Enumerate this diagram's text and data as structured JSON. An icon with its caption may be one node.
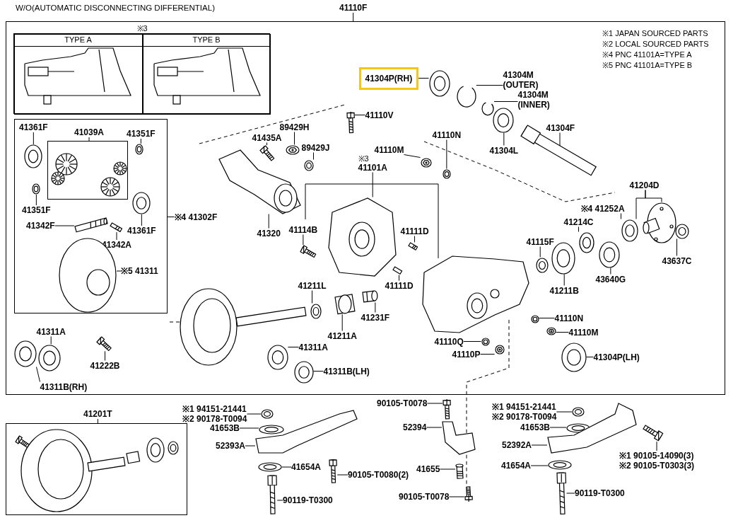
{
  "diagram": {
    "title": "W/O(AUTOMATIC DISCONNECTING DIFFERENTIAL)",
    "nodes": [
      {
        "text": [
          "41110F"
        ]
      },
      {
        "text": [],
        "shape": "box"
      },
      {
        "text": [
          "※3"
        ],
        "in": 1
      },
      {
        "text": [
          "TYPE A"
        ],
        "in": 2
      },
      {
        "text": [
          "TYPE B"
        ],
        "in": 2
      },
      {
        "text": [
          "41304P(RH)"
        ],
        "in": 1
      },
      {
        "text": [
          "41304M",
          "(OUTER)"
        ],
        "in": 1
      },
      {
        "text": [
          "41304M",
          "(INNER)"
        ],
        "in": 1
      },
      {
        "text": [
          "41110V"
        ],
        "in": 1
      },
      {
        "text": [
          "89429H"
        ],
        "in": 1
      },
      {
        "text": [
          "41435A"
        ],
        "in": 1
      },
      {
        "text": [
          "89429J"
        ],
        "in": 1
      },
      {
        "text": [
          "41110M"
        ],
        "in": 1
      },
      {
        "text": [
          "41110N"
        ],
        "in": 1
      },
      {
        "text": [
          "41304L"
        ],
        "in": 1
      },
      {
        "text": [
          "41304F"
        ],
        "in": 1
      },
      {
        "text": [],
        "shape": "box",
        "in": 1
      },
      {
        "text": [
          "41361F"
        ],
        "in": 16
      },
      {
        "text": [
          "41039A"
        ],
        "in": 16
      },
      {
        "text": [],
        "shape": "box",
        "in": 16
      },
      {
        "text": [
          "41351F"
        ],
        "in": 16
      },
      {
        "text": [
          "41351F"
        ],
        "in": 16
      },
      {
        "text": [
          "41342F"
        ],
        "in": 16
      },
      {
        "text": [
          "41342A"
        ],
        "in": 16
      },
      {
        "text": [
          "41361F"
        ],
        "in": 16
      },
      {
        "text": [
          "※5 41311"
        ],
        "in": 16
      },
      {
        "text": [
          "※4 41302F"
        ],
        "in": 1
      },
      {
        "text": [
          "※3",
          "41101A"
        ],
        "in": 1
      },
      {
        "text": [
          "41320"
        ],
        "in": 1
      },
      {
        "text": [
          "41114B"
        ],
        "in": 1
      },
      {
        "text": [
          "41111D"
        ],
        "in": 1
      },
      {
        "text": [
          "41204D"
        ],
        "in": 1
      },
      {
        "text": [
          "※4 41252A"
        ],
        "in": 1
      },
      {
        "text": [
          "41214C"
        ],
        "in": 1
      },
      {
        "text": [
          "41115F"
        ],
        "in": 1
      },
      {
        "text": [
          "43637C"
        ],
        "in": 1
      },
      {
        "text": [
          "43640G"
        ],
        "in": 1
      },
      {
        "text": [
          "41211B"
        ],
        "in": 1
      },
      {
        "text": [
          "41111D"
        ],
        "in": 1
      },
      {
        "text": [
          "41211L"
        ],
        "in": 1
      },
      {
        "text": [
          "41231F"
        ],
        "in": 1
      },
      {
        "text": [
          "41211A"
        ],
        "in": 1
      },
      {
        "text": [
          "41311A"
        ],
        "in": 1
      },
      {
        "text": [
          "41110N"
        ],
        "in": 1
      },
      {
        "text": [
          "41110M"
        ],
        "in": 1
      },
      {
        "text": [
          "41110Q"
        ],
        "in": 1
      },
      {
        "text": [
          "41110P"
        ],
        "in": 1
      },
      {
        "text": [
          "41304P(LH)"
        ],
        "in": 1
      },
      {
        "text": [
          "41311A"
        ],
        "in": 1
      },
      {
        "text": [
          "41222B"
        ],
        "in": 1
      },
      {
        "text": [
          "41311B(LH)"
        ],
        "in": 1
      },
      {
        "text": [
          "41311B(RH)"
        ],
        "in": 1
      },
      {
        "text": [
          "41201T"
        ]
      },
      {
        "text": [],
        "shape": "box"
      },
      {
        "text": [
          "※1 94151-21441",
          "※2 90178-T0094"
        ]
      },
      {
        "text": [
          "41653B"
        ]
      },
      {
        "text": [
          "52393A"
        ]
      },
      {
        "text": [
          "41654A"
        ]
      },
      {
        "text": [
          "90105-T0080(2)"
        ]
      },
      {
        "text": [
          "90119-T0300"
        ]
      },
      {
        "text": [
          "90105-T0078"
        ]
      },
      {
        "text": [
          "52394"
        ]
      },
      {
        "text": [
          "41655"
        ]
      },
      {
        "text": [
          "90105-T0078"
        ]
      },
      {
        "text": [
          "※1 94151-21441",
          "※2 90178-T0094"
        ]
      },
      {
        "text": [
          "41653B"
        ]
      },
      {
        "text": [
          "52392A"
        ]
      },
      {
        "text": [
          "41654A"
        ]
      },
      {
        "text": [
          "90119-T0300"
        ]
      },
      {
        "text": [
          "※1 90105-14090(3)",
          "※2 90105-T0303(3)"
        ]
      },
      {
        "text": [],
        "shape": "picture",
        "in": 1
      },
      {
        "text": [],
        "shape": "picture",
        "in": 1
      },
      {
        "text": [],
        "shape": "picture",
        "in": 1
      },
      {
        "text": [],
        "shape": "picture",
        "in": 1
      },
      {
        "text": [],
        "shape": "picture",
        "in": 1
      },
      {
        "text": [],
        "shape": "picture",
        "in": 1
      },
      {
        "text": [],
        "shape": "picture",
        "in": 1
      },
      {
        "text": [],
        "shape": "picture",
        "in": 1
      },
      {
        "text": [],
        "shape": "picture",
        "in": 1
      },
      {
        "text": [],
        "shape": "picture",
        "in": 1
      },
      {
        "text": [],
        "shape": "picture",
        "in": 1
      },
      {
        "text": [],
        "shape": "picture",
        "in": 16
      },
      {
        "text": [],
        "shape": "picture",
        "in": 16
      },
      {
        "text": [],
        "shape": "picture",
        "in": 16
      },
      {
        "text": [],
        "shape": "picture",
        "in": 16
      },
      {
        "text": [],
        "shape": "picture",
        "in": 16
      },
      {
        "text": [],
        "shape": "picture",
        "in": 16
      },
      {
        "text": [],
        "shape": "picture",
        "in": 16
      },
      {
        "text": [],
        "shape": "picture",
        "in": 1
      },
      {
        "text": [],
        "shape": "picture",
        "in": 1
      },
      {
        "text": [],
        "shape": "picture",
        "in": 1
      },
      {
        "text": [],
        "shape": "picture",
        "in": 1
      },
      {
        "text": [],
        "shape": "picture",
        "in": 1
      },
      {
        "text": [],
        "shape": "picture",
        "in": 1
      },
      {
        "text": [],
        "shape": "picture",
        "in": 1
      },
      {
        "text": [],
        "shape": "picture",
        "in": 1
      },
      {
        "text": [],
        "shape": "picture",
        "in": 1
      },
      {
        "text": [],
        "shape": "picture",
        "in": 1
      },
      {
        "text": [],
        "shape": "picture",
        "in": 1
      },
      {
        "text": [],
        "shape": "picture",
        "in": 1
      },
      {
        "text": [],
        "shape": "picture",
        "in": 1
      },
      {
        "text": [],
        "shape": "picture",
        "in": 1
      },
      {
        "text": [],
        "shape": "picture",
        "in": 1
      },
      {
        "text": [],
        "shape": "picture",
        "in": 1
      },
      {
        "text": [],
        "shape": "picture",
        "in": 1
      },
      {
        "text": [],
        "shape": "picture",
        "in": 1
      },
      {
        "text": [],
        "shape": "picture",
        "in": 1
      },
      {
        "text": [],
        "shape": "picture",
        "in": 1
      },
      {
        "text": [],
        "shape": "picture",
        "in": 1
      },
      {
        "text": [],
        "shape": "picture",
        "in": 1
      },
      {
        "text": [],
        "shape": "picture",
        "in": 1
      },
      {
        "text": [],
        "shape": "picture",
        "in": 1
      },
      {
        "text": [],
        "shape": "picture",
        "in": 1
      },
      {
        "text": [],
        "shape": "picture"
      },
      {
        "text": [],
        "shape": "picture"
      },
      {
        "text": [],
        "shape": "picture"
      },
      {
        "text": [],
        "shape": "picture"
      },
      {
        "text": [],
        "shape": "picture"
      },
      {
        "text": [],
        "shape": "picture"
      },
      {
        "text": [],
        "shape": "picture"
      },
      {
        "text": [],
        "shape": "picture"
      },
      {
        "text": [],
        "shape": "picture"
      },
      {
        "text": [],
        "shape": "picture"
      },
      {
        "text": [],
        "shape": "picture"
      },
      {
        "text": [],
        "shape": "picture"
      },
      {
        "text": [],
        "shape": "picture"
      },
      {
        "text": [],
        "shape": "picture"
      },
      {
        "text": [],
        "shape": "picture"
      },
      {
        "text": [],
        "shape": "picture"
      }
    ],
    "edges": [
      {
        "from": 0,
        "to": 1,
        "arrow": "none"
      },
      {
        "from": 5,
        "to": 70,
        "arrow": "none"
      },
      {
        "from": 6,
        "to": 71,
        "arrow": "none"
      },
      {
        "from": 7,
        "to": 72,
        "arrow": "none"
      },
      {
        "from": 8,
        "to": 73,
        "arrow": "none"
      },
      {
        "from": 9,
        "to": 74,
        "arrow": "none"
      },
      {
        "from": 10,
        "to": 75,
        "arrow": "none"
      },
      {
        "from": 11,
        "to": 76,
        "arrow": "none"
      },
      {
        "from": 12,
        "to": 77,
        "arrow": "none"
      },
      {
        "from": 13,
        "to": 78,
        "arrow": "none"
      },
      {
        "from": 14,
        "to": 79,
        "arrow": "none"
      },
      {
        "from": 15,
        "to": 80,
        "arrow": "none"
      },
      {
        "from": 17,
        "to": 81,
        "arrow": "none"
      },
      {
        "from": 18,
        "to": 19,
        "arrow": "none"
      },
      {
        "from": 20,
        "to": 82,
        "arrow": "none"
      },
      {
        "from": 21,
        "to": 83,
        "arrow": "none"
      },
      {
        "from": 22,
        "to": 84,
        "arrow": "none"
      },
      {
        "from": 23,
        "to": 85,
        "arrow": "none"
      },
      {
        "from": 24,
        "to": 86,
        "arrow": "none"
      },
      {
        "from": 25,
        "to": 87,
        "arrow": "none"
      },
      {
        "from": 26,
        "to": 16,
        "arrow": "none"
      },
      {
        "from": 27,
        "to": 88,
        "arrow": "none"
      },
      {
        "from": 28,
        "to": 89,
        "arrow": "none"
      },
      {
        "from": 29,
        "to": 90,
        "arrow": "none"
      },
      {
        "from": 30,
        "to": 91,
        "arrow": "none"
      },
      {
        "from": 31,
        "to": 93,
        "arrow": "none"
      },
      {
        "from": 31,
        "to": 92,
        "arrow": "none"
      },
      {
        "from": 32,
        "to": 93,
        "arrow": "none"
      },
      {
        "from": 33,
        "to": 94,
        "arrow": "none"
      },
      {
        "from": 34,
        "to": 95,
        "arrow": "none"
      },
      {
        "from": 35,
        "to": 96,
        "arrow": "none"
      },
      {
        "from": 36,
        "to": 97,
        "arrow": "none"
      },
      {
        "from": 37,
        "to": 98,
        "arrow": "none"
      },
      {
        "from": 38,
        "to": 99,
        "arrow": "none"
      },
      {
        "from": 39,
        "to": 100,
        "arrow": "none"
      },
      {
        "from": 40,
        "to": 101,
        "arrow": "none"
      },
      {
        "from": 41,
        "to": 102,
        "arrow": "none"
      },
      {
        "from": 42,
        "to": 103,
        "arrow": "none"
      },
      {
        "from": 43,
        "to": 104,
        "arrow": "none"
      },
      {
        "from": 44,
        "to": 105,
        "arrow": "none"
      },
      {
        "from": 45,
        "to": 106,
        "arrow": "none"
      },
      {
        "from": 46,
        "to": 107,
        "arrow": "none"
      },
      {
        "from": 47,
        "to": 108,
        "arrow": "none"
      },
      {
        "from": 48,
        "to": 109,
        "arrow": "none"
      },
      {
        "from": 49,
        "to": 110,
        "arrow": "none"
      },
      {
        "from": 50,
        "to": 111,
        "arrow": "none"
      },
      {
        "from": 51,
        "to": 112,
        "arrow": "none"
      },
      {
        "from": 52,
        "to": 53,
        "arrow": "none"
      },
      {
        "from": 54,
        "to": 113,
        "arrow": "none"
      },
      {
        "from": 55,
        "to": 114,
        "arrow": "none"
      },
      {
        "from": 56,
        "to": 115,
        "arrow": "none"
      },
      {
        "from": 57,
        "to": 116,
        "arrow": "none"
      },
      {
        "from": 58,
        "to": 117,
        "arrow": "none"
      },
      {
        "from": 59,
        "to": 118,
        "arrow": "none"
      },
      {
        "from": 60,
        "to": 119,
        "arrow": "none"
      },
      {
        "from": 61,
        "to": 120,
        "arrow": "none"
      },
      {
        "from": 62,
        "to": 121,
        "arrow": "none"
      },
      {
        "from": 63,
        "to": 122,
        "arrow": "none"
      },
      {
        "from": 64,
        "to": 123,
        "arrow": "none"
      },
      {
        "from": 65,
        "to": 124,
        "arrow": "none"
      },
      {
        "from": 66,
        "to": 125,
        "arrow": "none"
      },
      {
        "from": 67,
        "to": 126,
        "arrow": "none"
      },
      {
        "from": 68,
        "to": 127,
        "arrow": "none"
      },
      {
        "from": 69,
        "to": 128,
        "arrow": "none"
      }
    ],
    "labels": [
      "※1 JAPAN SOURCED PARTS",
      "※2 LOCAL SOURCED PARTS",
      "※4 PNC 41101A=TYPE A",
      "※5 PNC 41101A=TYPE B"
    ]
  }
}
